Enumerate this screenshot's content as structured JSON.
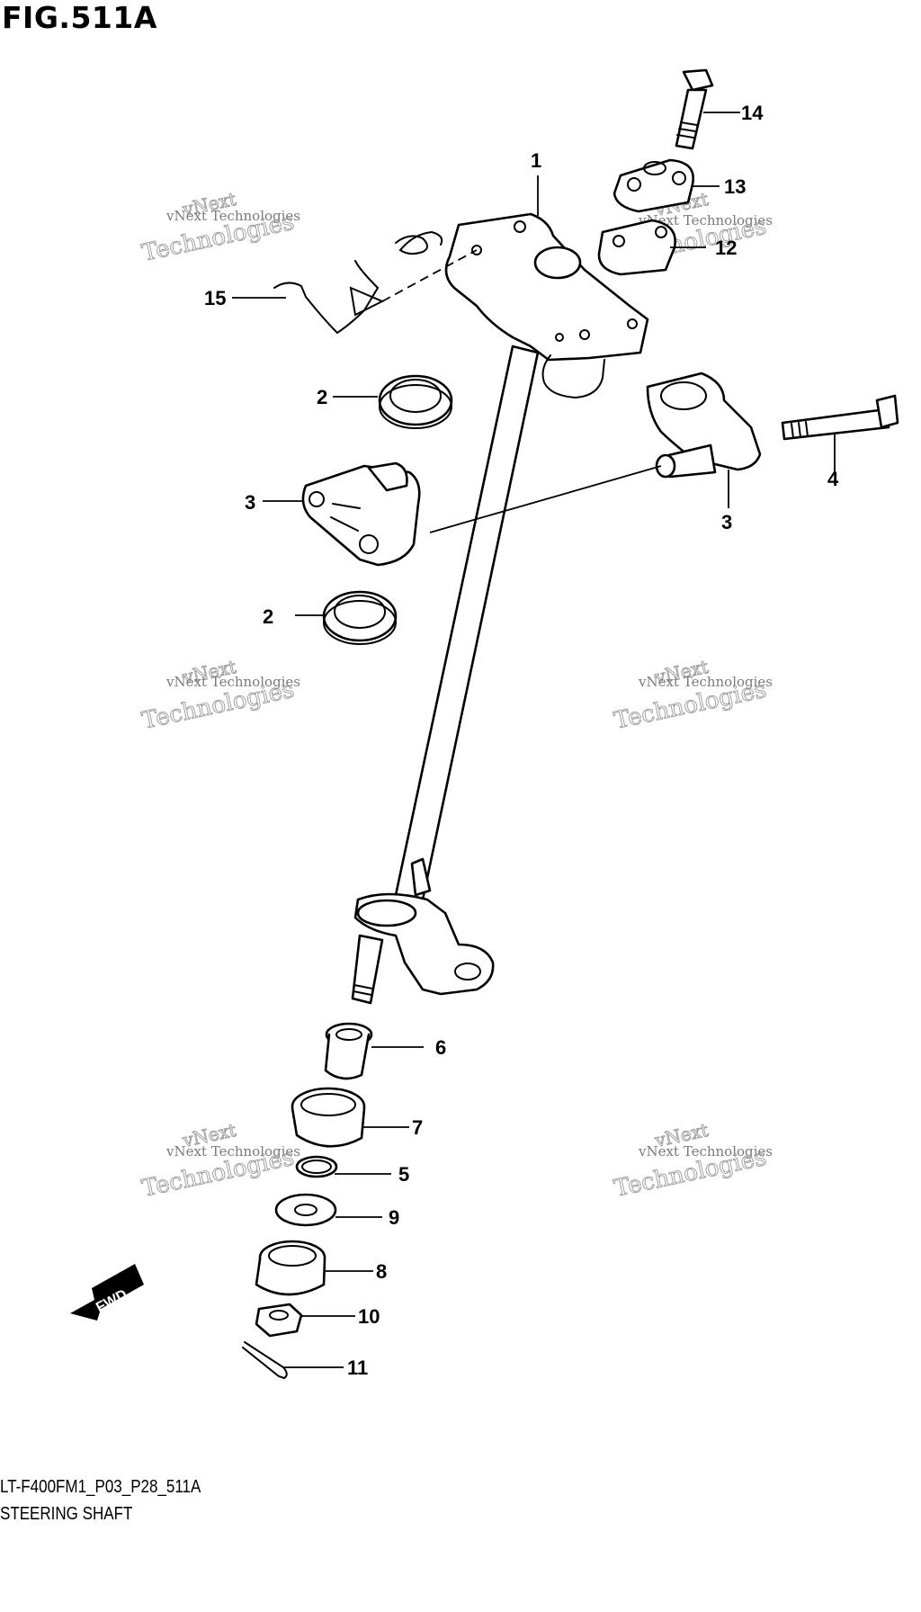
{
  "figure_title": "FIG.511A",
  "callouts": {
    "c1": "1",
    "c2a": "2",
    "c2b": "2",
    "c3a": "3",
    "c3b": "3",
    "c4": "4",
    "c5": "5",
    "c6": "6",
    "c7": "7",
    "c8": "8",
    "c9": "9",
    "c10": "10",
    "c11": "11",
    "c12": "12",
    "c13": "13",
    "c14": "14",
    "c15": "15"
  },
  "fwd_label": "FWD",
  "watermark": {
    "line1": "vNext Technologies",
    "line2": "vNext",
    "line3": "Technologies"
  },
  "footer": {
    "part_code": "LT-F400FM1_P03_P28_511A",
    "description": "STEERING SHAFT"
  }
}
